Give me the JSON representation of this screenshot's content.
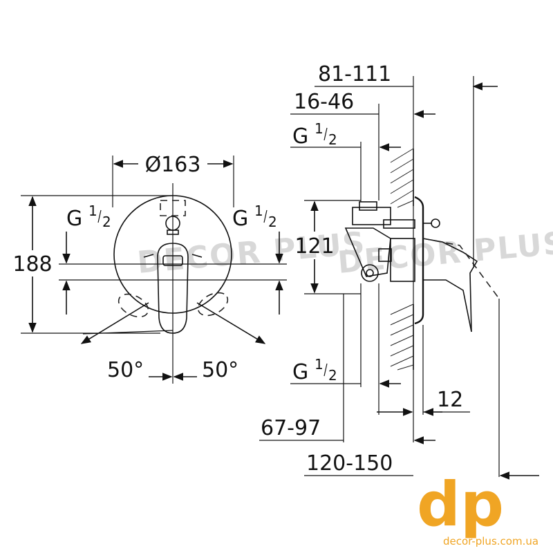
{
  "front_view": {
    "diameter": "Ø163",
    "height": "188",
    "thread_left_base": "G",
    "thread_left_num": "1",
    "thread_left_den": "2",
    "thread_right_base": "G",
    "thread_right_num": "1",
    "thread_right_den": "2",
    "angle_left": "50°",
    "angle_right": "50°"
  },
  "side_view": {
    "dim_top": "81-111",
    "dim_second": "16-46",
    "thread_top_base": "G",
    "thread_top_num": "1",
    "thread_top_den": "2",
    "dim_vertical": "121",
    "thread_bottom_base": "G",
    "thread_bottom_num": "1",
    "thread_bottom_den": "2",
    "dim_cover": "12",
    "dim_lower": "67-97",
    "dim_bottom": "120-150"
  },
  "watermark": {
    "text": "DECOR PLUS"
  },
  "logo": {
    "mark": "dp",
    "site": "decor-plus.com.ua",
    "color": "#f0a524"
  }
}
